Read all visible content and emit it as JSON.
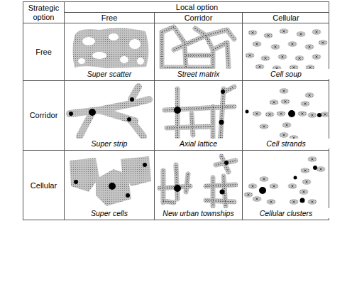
{
  "diagram": {
    "labels": [
      "Strategic option",
      "Local option",
      "Free",
      "Corridor",
      "Cellular",
      "Free",
      "Super scatter",
      "Street matrix",
      "Cell soup",
      "Corridor",
      "Super strip",
      "Axial lattice",
      "Cell strands",
      "Cellular",
      "Super cells",
      "New urban townships",
      "Cellular clusters"
    ]
  }
}
